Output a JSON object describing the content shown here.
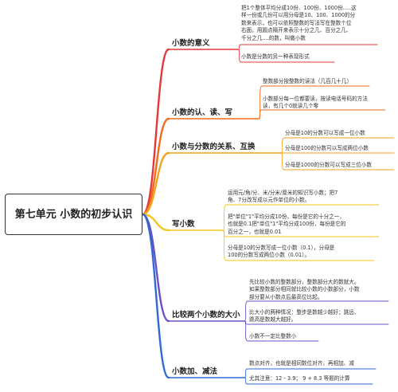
{
  "root": {
    "title": "第七单元 小数的初步认识"
  },
  "colors": {
    "red": "#e5363a",
    "orange": "#f26a1b",
    "amber": "#f4a11b",
    "yellow": "#f2c51a",
    "purple": "#6b4fc8",
    "blue": "#2f69d4",
    "teal": "#2d7dc2"
  },
  "branches": [
    {
      "label": "小数的意义",
      "leaves": [
        {
          "lines": [
            "把1个整体平均分成10份、100份、1000份.....这",
            "样一份或几份可以用分母是10、100、1000的分",
            "数来表示，也可以依照整数的写法写在整数个位",
            "右面，用圆点隔开来表示十分之几、百分之几、",
            "千分之几....的数，叫做小数"
          ]
        },
        {
          "lines": [
            "小数是分数的另一种表现形式"
          ]
        }
      ]
    },
    {
      "label": "小数的认、读、写",
      "leaves": [
        {
          "lines": [
            "整数部分按整数的读法（几百几十几）"
          ]
        },
        {
          "lines": [
            "小数部分每一位都要读，按读电话号码的方法",
            "读，有几个0就读几个零"
          ]
        }
      ]
    },
    {
      "label": "小数与分数的关系、互换",
      "leaves": [
        {
          "lines": [
            "分母是10的分数可以写成一位小数"
          ]
        },
        {
          "lines": [
            "分母是100的分数可以写成两位小数"
          ]
        },
        {
          "lines": [
            "分母是1000的分数可以写成三位小数"
          ]
        }
      ]
    },
    {
      "label": "写小数",
      "leaves": [
        {
          "lines": [
            "运用元/角/分、米/分米/厘米的知识写小数；把7",
            "角、7分改写成以元作单位的小数。"
          ]
        },
        {
          "lines": [
            "把\"单位\"1\"平均分成10份，每份是它的十分之一，",
            "也就是0.1把\"单位\"1\"平均分成100份，每份是它的",
            "百分之一，也就是0.01"
          ]
        },
        {
          "lines": [
            "分母是10的分数写成一位小数（0.1），分母是",
            "100的分数写成两位小数（0.01）。"
          ]
        }
      ]
    },
    {
      "label": "比较两个小数的大小",
      "leaves": [
        {
          "lines": [
            "先比较小数的整数部分，整数部分大的数就大。",
            "如果整数部分相同就比较小数的小数部分，小数",
            "部分要从小数点后最高位比起。"
          ]
        },
        {
          "lines": [
            "比大小的两种情况：整步是数越少越好；跳远、",
            "跳高是数越大越好。"
          ]
        },
        {
          "lines": [
            "小数不一定比整数小"
          ]
        }
      ]
    },
    {
      "label": "小数加、减法",
      "leaves": [
        {
          "lines": [
            "数点对齐，也就是相同数位对齐，再相加、减"
          ]
        },
        {
          "lines": [
            "尤其注意：12 - 3.9；  9 + 8.3 等题的计算"
          ]
        }
      ]
    }
  ]
}
